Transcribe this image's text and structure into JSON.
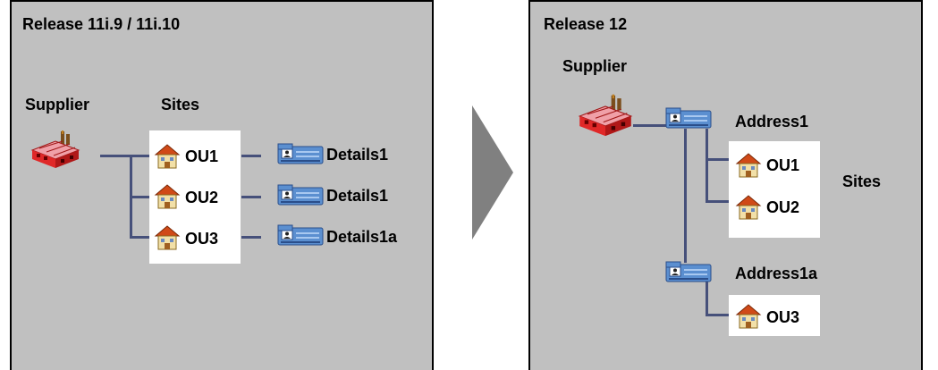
{
  "left": {
    "title": "Release 11i.9 / 11i.10",
    "supplier_label": "Supplier",
    "sites_label": "Sites",
    "sites": [
      {
        "ou": "OU1",
        "details": "Details1"
      },
      {
        "ou": "OU2",
        "details": "Details1"
      },
      {
        "ou": "OU3",
        "details": "Details1a"
      }
    ]
  },
  "right": {
    "title": "Release 12",
    "supplier_label": "Supplier",
    "sites_label": "Sites",
    "addresses": [
      {
        "label": "Address1",
        "sites": [
          "OU1",
          "OU2"
        ]
      },
      {
        "label": "Address1a",
        "sites": [
          "OU3"
        ]
      }
    ]
  },
  "icons": {
    "supplier": "factory-icon",
    "site": "house-icon",
    "details": "address-card-icon",
    "transition": "arrow-right-icon"
  },
  "colors": {
    "panel_bg": "#c0c0c0",
    "connector": "#46507a",
    "card_blue": "#5b8fd0",
    "arrow": "#808080"
  }
}
